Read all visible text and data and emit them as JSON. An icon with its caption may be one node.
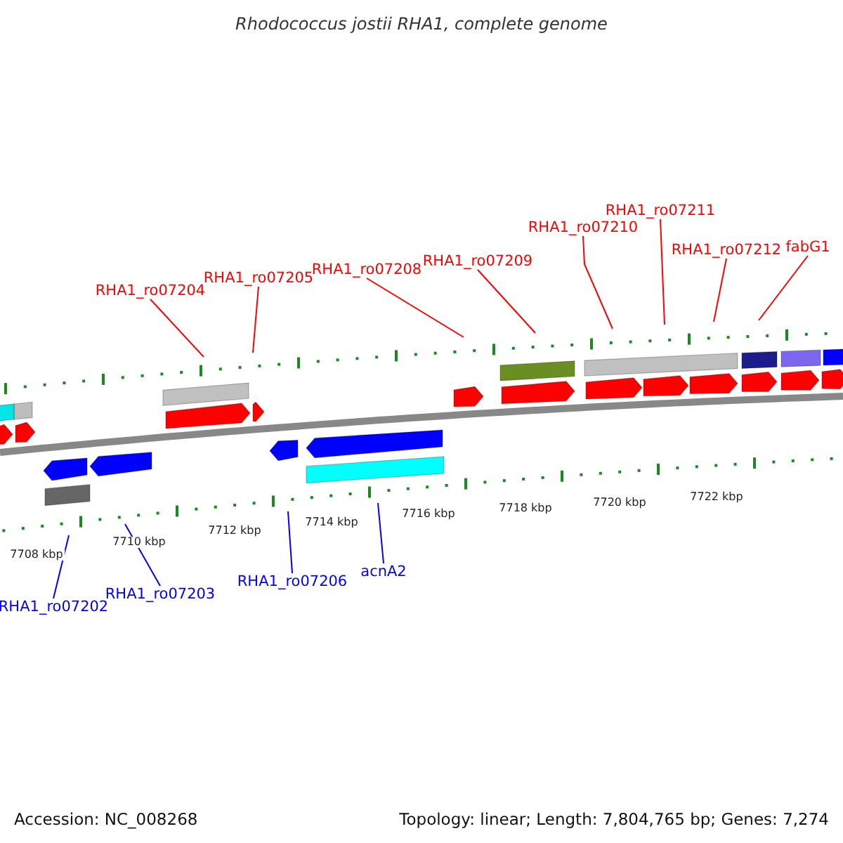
{
  "diagram": {
    "title": "Rhodococcus jostii RHA1, complete genome",
    "nodes": [
      {
        "text": [
          "RHA1_ro07204"
        ]
      },
      {
        "text": [
          "RHA1_ro07205"
        ]
      },
      {
        "text": [
          "RHA1_ro07208"
        ]
      },
      {
        "text": [
          "RHA1_ro07209"
        ]
      },
      {
        "text": [
          "RHA1_ro07210"
        ]
      },
      {
        "text": [
          "RHA1_ro07211"
        ]
      },
      {
        "text": [
          "RHA1_ro07212"
        ]
      },
      {
        "text": [
          "fabG1"
        ]
      },
      {
        "text": [
          "RHA1_ro07202"
        ]
      },
      {
        "text": [
          "RHA1_ro07203"
        ]
      },
      {
        "text": [
          "RHA1_ro07206"
        ]
      },
      {
        "text": [
          "acnA2"
        ]
      }
    ],
    "edges": [
      {
        "from": 0,
        "to": null,
        "arrow": "none"
      },
      {
        "from": 1,
        "to": null,
        "arrow": "none"
      },
      {
        "from": 2,
        "to": null,
        "arrow": "none"
      },
      {
        "from": 3,
        "to": null,
        "arrow": "none"
      },
      {
        "from": 4,
        "to": null,
        "arrow": "none"
      },
      {
        "from": 5,
        "to": null,
        "arrow": "none"
      },
      {
        "from": 6,
        "to": null,
        "arrow": "none"
      },
      {
        "from": 7,
        "to": null,
        "arrow": "none"
      },
      {
        "from": 8,
        "to": null,
        "arrow": "none",
        "color": "#0000ff"
      },
      {
        "from": 9,
        "to": null,
        "arrow": "none",
        "color": "#0000ff"
      },
      {
        "from": 10,
        "to": null,
        "arrow": "none",
        "color": "#0000ff"
      },
      {
        "from": 11,
        "to": null,
        "arrow": "none",
        "color": "#0000ff"
      }
    ],
    "labels": [
      "7708 kbp",
      "7710 kbp",
      "7712 kbp",
      "7714 kbp",
      "7716 kbp",
      "7718 kbp",
      "7720 kbp",
      "7722 kbp",
      "Accession: NC_008268",
      "Topology: linear; Length: 7,804,765 bp; Genes: 7,274"
    ]
  }
}
